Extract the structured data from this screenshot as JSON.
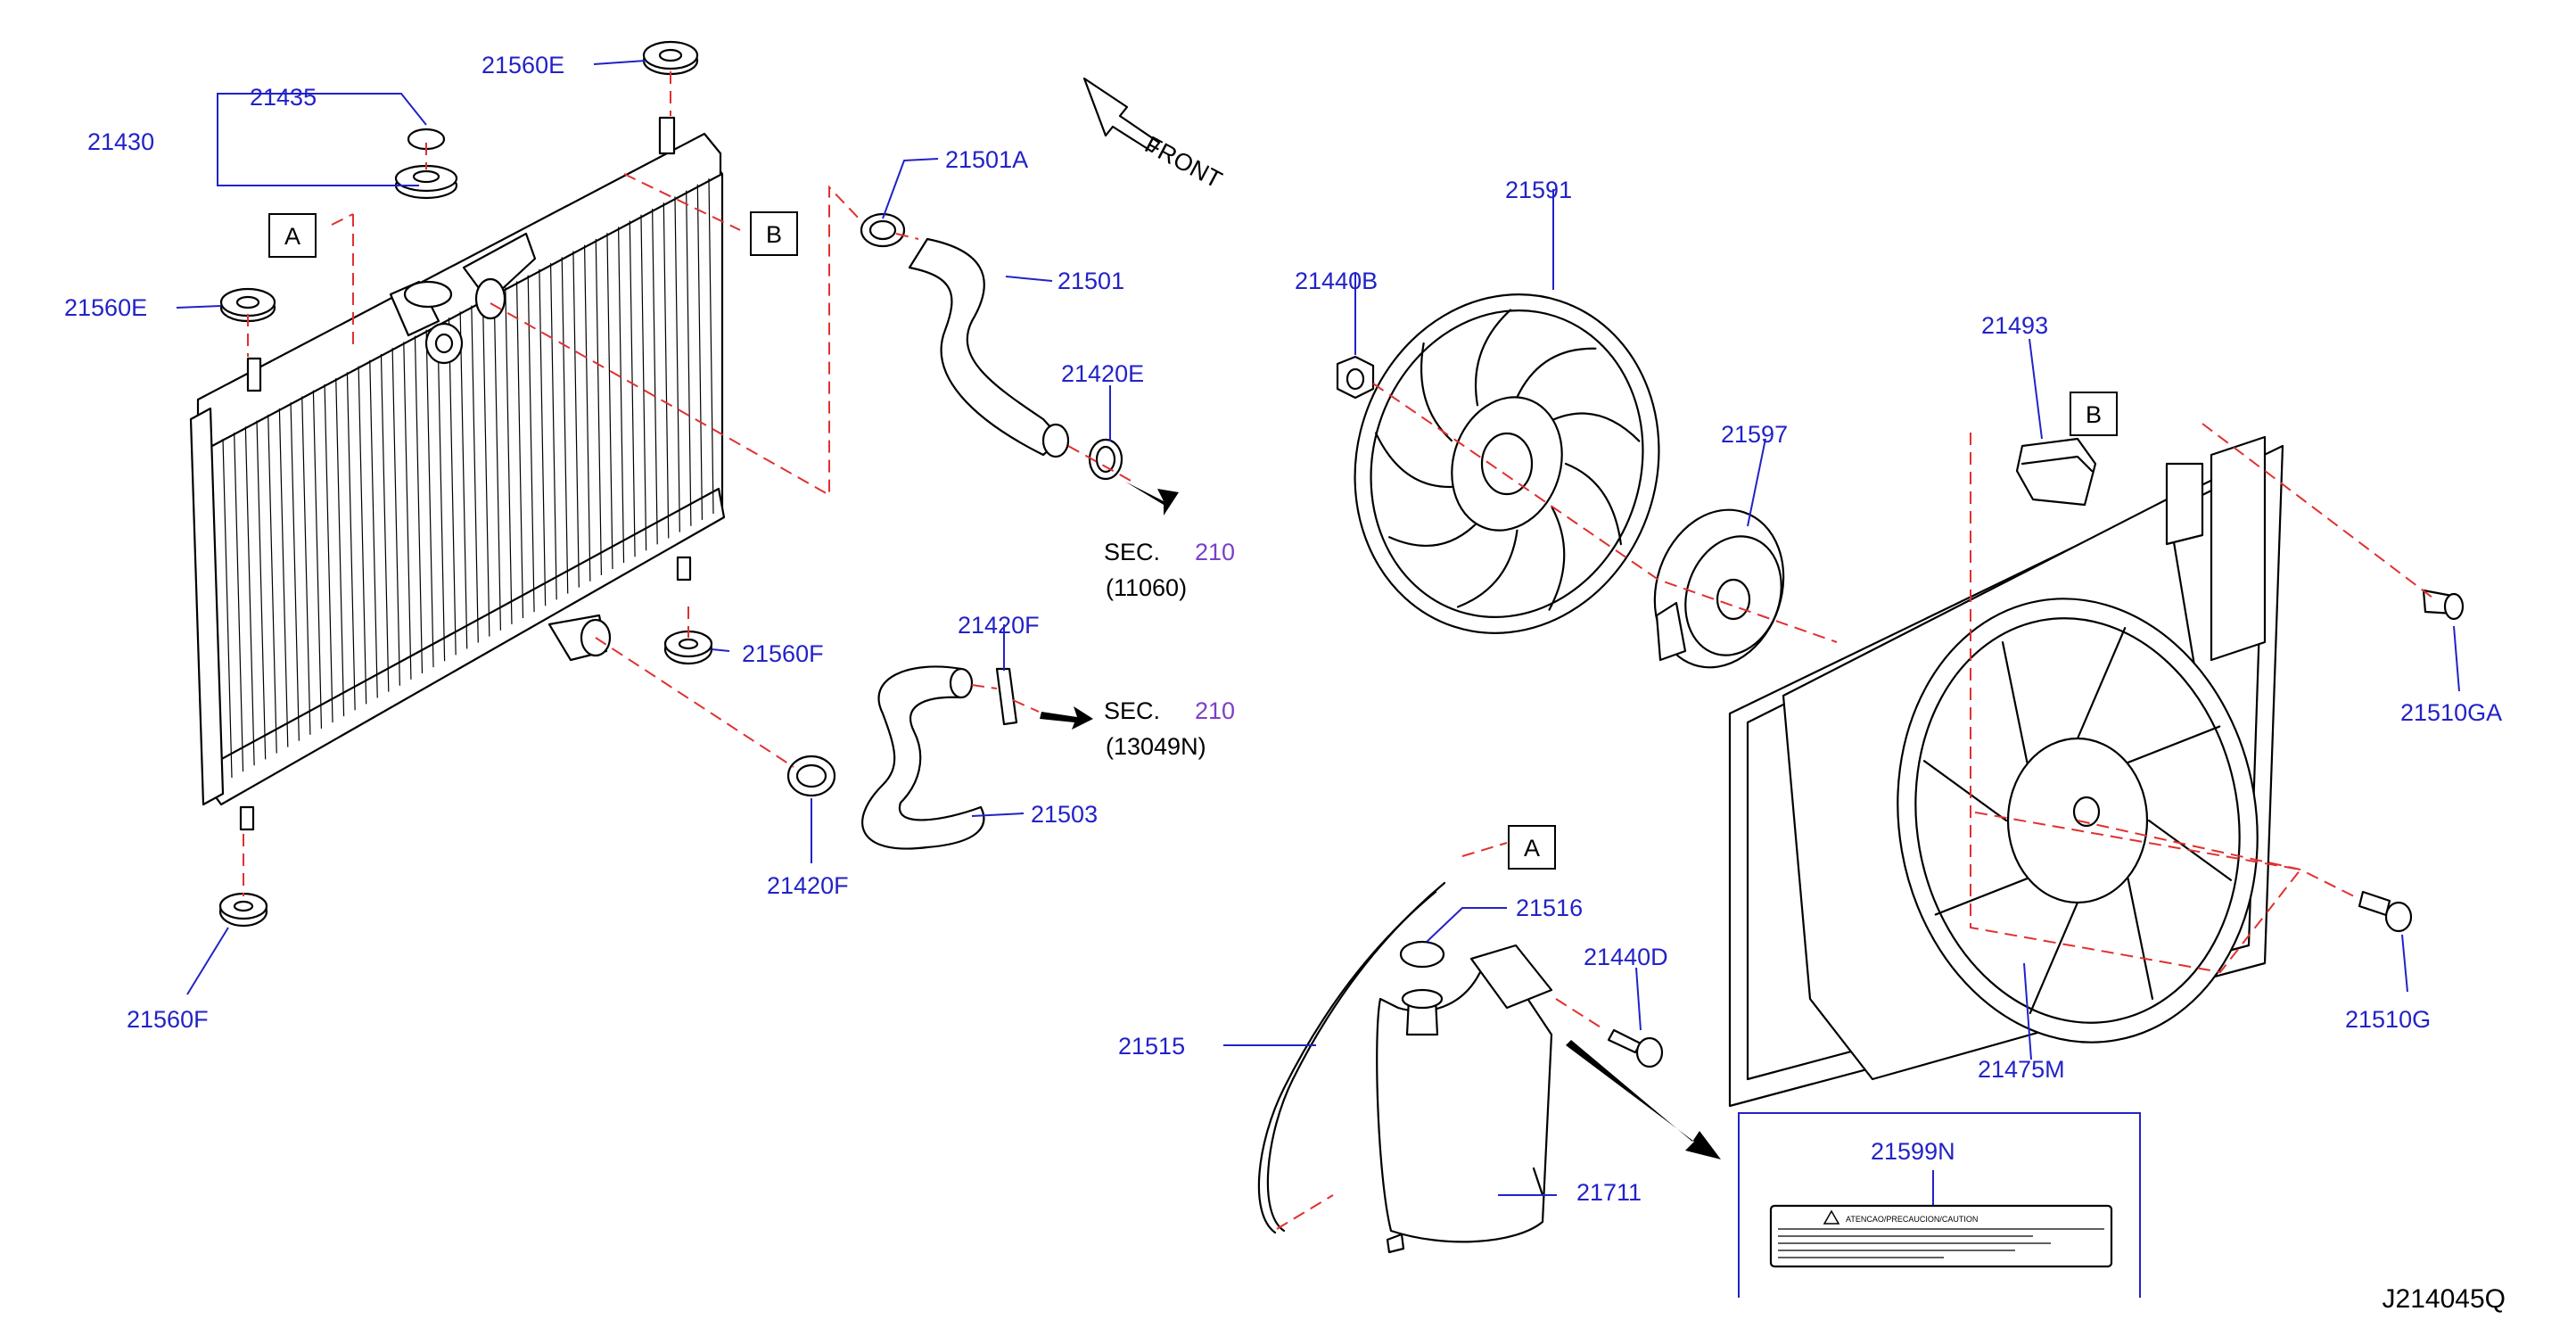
{
  "diagram": {
    "id_code": "J214045Q",
    "direction_label": "FRONT",
    "section_refs": [
      {
        "prefix": "SEC.",
        "number": "210",
        "sub": "(11060)"
      },
      {
        "prefix": "SEC.",
        "number": "210",
        "sub": "(13049N)"
      }
    ],
    "view_markers": [
      "A",
      "B",
      "B",
      "A"
    ],
    "parts": [
      "21430",
      "21435",
      "21560E",
      "21560E",
      "21501A",
      "21501",
      "21420E",
      "21560F",
      "21420F",
      "21420F",
      "21503",
      "21560F",
      "21591",
      "21440B",
      "21597",
      "21493",
      "21510GA",
      "21510G",
      "21475M",
      "21516",
      "21440D",
      "21515",
      "21711",
      "21599N"
    ],
    "warning_label_text": "ATENCAO/PRECAUCION/CAUTION"
  },
  "colors": {
    "part_number": "#2222c8",
    "leader_dash": "#e03030",
    "section_number": "#7b3fc8",
    "line_art": "#000000"
  }
}
